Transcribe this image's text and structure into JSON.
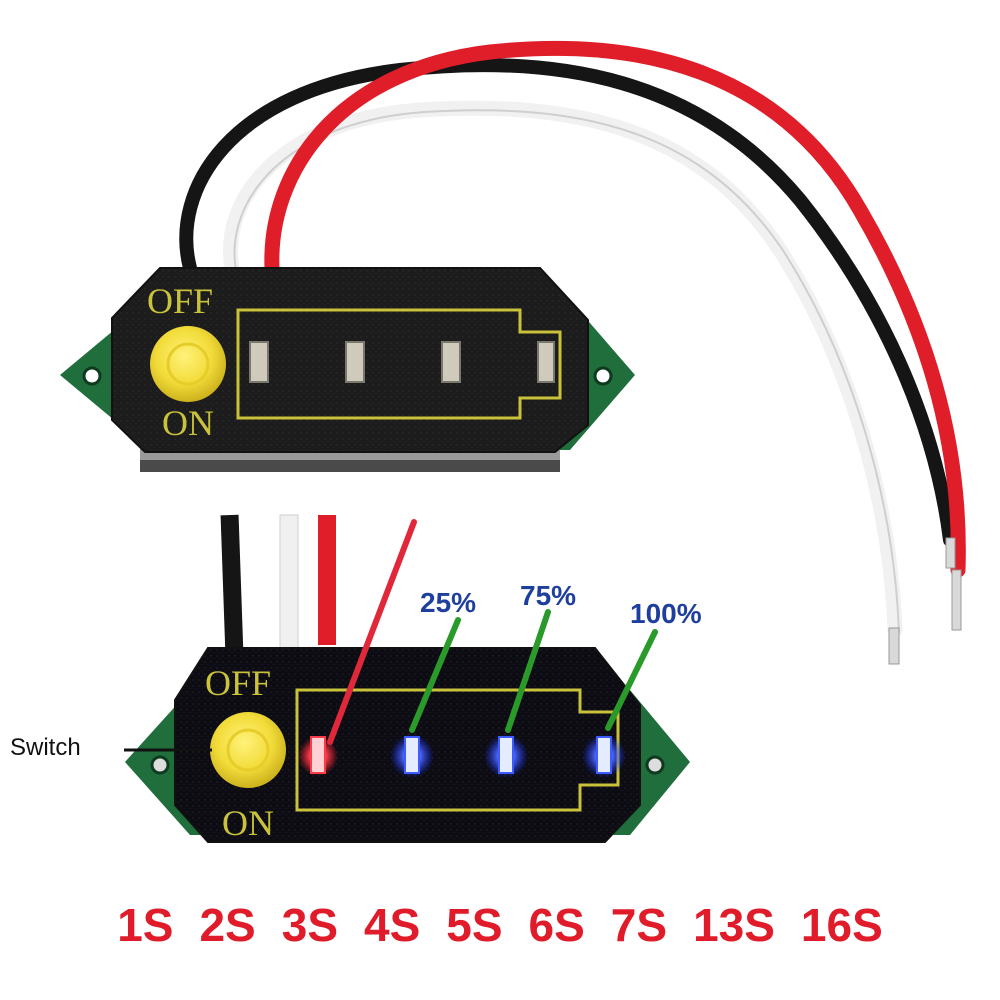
{
  "top_module": {
    "off_label": "OFF",
    "on_label": "ON"
  },
  "bottom_module": {
    "off_label": "OFF",
    "on_label": "ON",
    "switch_label": "Switch",
    "percent_labels": [
      "25%",
      "75%",
      "100%"
    ]
  },
  "cell_counts": [
    "1S",
    "2S",
    "3S",
    "4S",
    "5S",
    "6S",
    "7S",
    "13S",
    "16S"
  ],
  "colors": {
    "wire_red": "#e01e2a",
    "wire_black": "#151515",
    "wire_white": "#f3f3f3",
    "pcb_green": "#1f6e3c",
    "panel_black": "#1c1c1c",
    "outline_yellow": "#c9c23a",
    "led_blue": "#3c5cff",
    "led_red": "#ff4a55",
    "label_blue": "#1f3f9e",
    "pointer_green": "#2a9a2a",
    "cell_label_red": "#e01b2a"
  }
}
